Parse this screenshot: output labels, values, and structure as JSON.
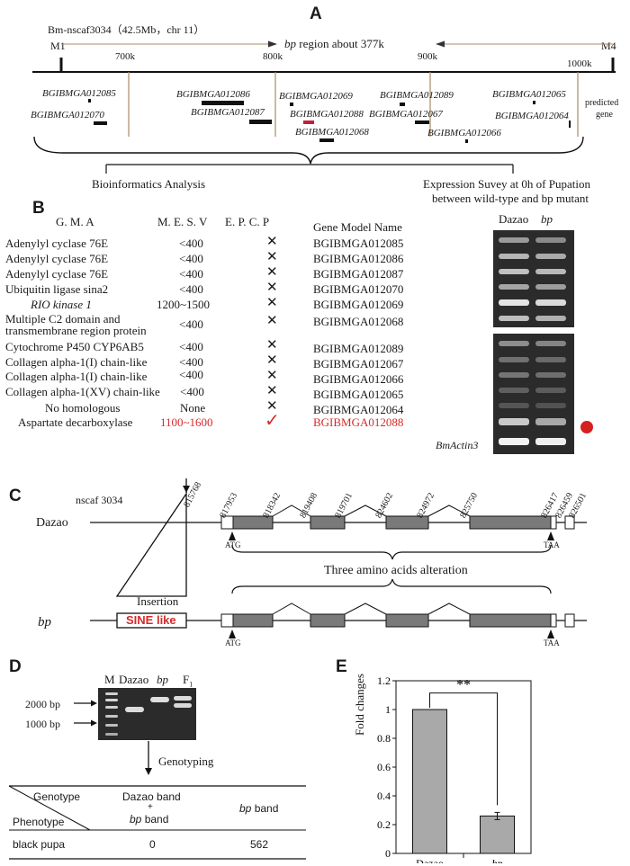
{
  "panels": {
    "a": "A",
    "b": "B",
    "c": "C",
    "d": "D",
    "e": "E"
  },
  "panel_a": {
    "scaffold": "Bm-nscaf3034（42.5Mb，chr 11）",
    "marker_left": "M1",
    "marker_right": "M4",
    "region_italic": "bp",
    "region_text": " region  about 377k",
    "ticks": [
      "700k",
      "800k",
      "900k",
      "1000k"
    ],
    "genes": [
      "BGIBMGA012085",
      "BGIBMGA012070",
      "BGIBMGA012086",
      "BGIBMGA012087",
      "BGIBMGA012069",
      "BGIBMGA012088",
      "BGIBMGA012068",
      "BGIBMGA012089",
      "BGIBMGA012067",
      "BGIBMGA012066",
      "BGIBMGA012065",
      "BGIBMGA012064"
    ],
    "predicted_gene": [
      "predicted",
      "gene"
    ],
    "bioinformatics": "Bioinformatics Analysis",
    "expression_line1": "Expression Suvey at 0h of Pupation",
    "expression_line2": "between wild-type and bp mutant"
  },
  "panel_b": {
    "headers": {
      "gma": "G. M. A",
      "mesv": "M. E. S. V",
      "epcp": "E. P. C. P",
      "gene_model_name": "Gene Model Name"
    },
    "rows": [
      {
        "gma": "Adenylyl cyclase 76E",
        "mesv": "<400",
        "epcp": "✕",
        "model": "BGIBMGA012085"
      },
      {
        "gma": "Adenylyl cyclase 76E",
        "mesv": "<400",
        "epcp": "✕",
        "model": "BGIBMGA012086"
      },
      {
        "gma": "Adenylyl cyclase 76E",
        "mesv": "<400",
        "epcp": "✕",
        "model": "BGIBMGA012087"
      },
      {
        "gma": "Ubiquitin ligase sina2",
        "mesv": "<400",
        "epcp": "✕",
        "model": "BGIBMGA012070"
      },
      {
        "gma": "RIO kinase 1",
        "mesv": "1200~1500",
        "epcp": "✕",
        "model": "BGIBMGA012069"
      },
      {
        "gma": "Multiple C2 domain and transmembrane region protein",
        "mesv": "<400",
        "epcp": "✕",
        "model": "BGIBMGA012068"
      },
      {
        "gma": "Cytochrome P450 CYP6AB5",
        "mesv": "<400",
        "epcp": "✕",
        "model": "BGIBMGA012089"
      },
      {
        "gma": "Collagen alpha-1(I) chain-like",
        "mesv": "<400",
        "epcp": "✕",
        "model": "BGIBMGA012067"
      },
      {
        "gma": "Collagen alpha-1(I) chain-like",
        "mesv": "<400",
        "epcp": "✕",
        "model": "BGIBMGA012066"
      },
      {
        "gma": "Collagen alpha-1(XV) chain-like",
        "mesv": "<400",
        "epcp": "✕",
        "model": "BGIBMGA012065"
      },
      {
        "gma": "No homologous",
        "mesv": "None",
        "epcp": "✕",
        "model": "BGIBMGA012064"
      },
      {
        "gma": "Aspartate decarboxylase",
        "mesv": "1100~1600",
        "epcp": "✓",
        "model": "BGIBMGA012088"
      }
    ],
    "gel_lanes": [
      "Dazao",
      "bp"
    ],
    "actin": "BmActin3"
  },
  "panel_c": {
    "scaffold": "nscaf 3034",
    "positions": [
      "815768",
      "817953",
      "818342",
      "819408",
      "819701",
      "824602",
      "824972",
      "825750",
      "826417",
      "826459",
      "826501"
    ],
    "wildtype": "Dazao",
    "mutant": "bp",
    "start_codon": "ATG",
    "stop_codon": "TAA",
    "alteration": "Three amino acids alteration",
    "insertion": "Insertion",
    "insert_type": "SINE like"
  },
  "panel_d": {
    "lanes": [
      "M",
      "Dazao",
      "bp",
      "F",
      "1"
    ],
    "size_2000": "2000 bp",
    "size_1000": "1000 bp",
    "genotyping": "Genotyping",
    "table": {
      "genotype": "Genotype",
      "phenotype": "Phenotype",
      "col1_a": "Dazao band",
      "col1_plus": "+",
      "col1_b": "bp",
      "col1_c": " band",
      "col2_a": "bp",
      "col2_b": " band",
      "row_label": "black pupa",
      "val1": "0",
      "val2": "562"
    }
  },
  "chart_data": {
    "type": "bar",
    "categories": [
      "Dazao",
      "bp"
    ],
    "values": [
      1.0,
      0.26
    ],
    "errors": [
      0.0,
      0.025
    ],
    "ylabel": "Fold changes",
    "ylim": [
      0,
      1.2
    ],
    "yticks": [
      "0",
      "0.2",
      "0.4",
      "0.6",
      "0.8",
      "1",
      "1.2"
    ],
    "significance": "**",
    "bar_color": "#a9a9a9"
  }
}
